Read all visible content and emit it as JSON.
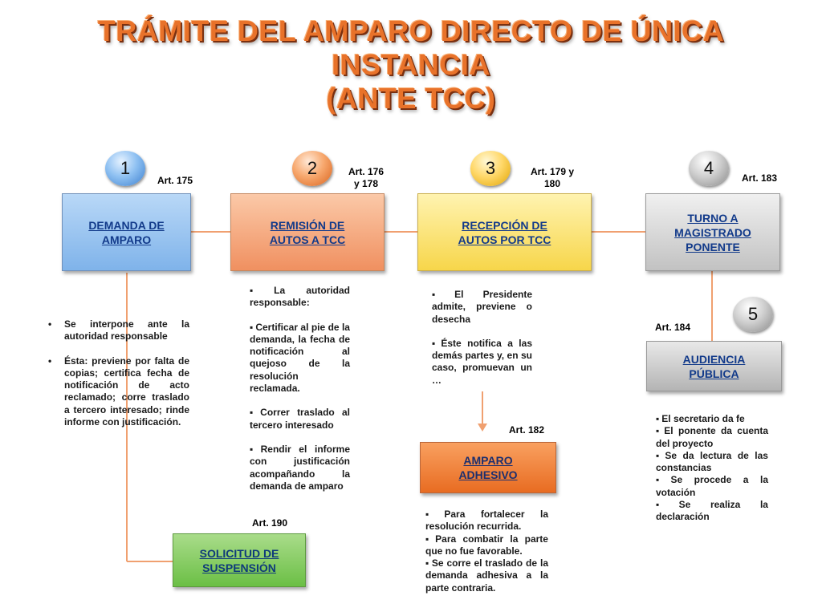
{
  "title": {
    "line1": "TRÁMITE DEL AMPARO DIRECTO DE ÚNICA",
    "line2": "INSTANCIA",
    "line3": "(ANTE TCC)"
  },
  "steps": [
    {
      "num": "1",
      "art": "Art. 175",
      "label": "DEMANDA DE AMPARO"
    },
    {
      "num": "2",
      "art_line1": "Art. 176",
      "art_line2": "y 178",
      "label": "REMISIÓN DE AUTOS A TCC"
    },
    {
      "num": "3",
      "art_line1": "Art. 179 y",
      "art_line2": "180",
      "label": "RECEPCIÓN DE AUTOS POR TCC"
    },
    {
      "num": "4",
      "art": "Art. 183",
      "label": "TURNO A MAGISTRADO PONENTE"
    },
    {
      "num": "5",
      "art": "Art. 184",
      "label": "AUDIENCIA PÚBLICA"
    }
  ],
  "col1_notes": [
    "Se interpone ante la autoridad responsable",
    "Ésta: previene por falta de copias; certifica fecha de notificación de acto reclamado; corre traslado a tercero interesado; rinde informe con justificación."
  ],
  "col2_notes": [
    "La autoridad responsable:",
    "Certificar al pie de la demanda, la fecha de notificación al quejoso de la resolución reclamada.",
    "Correr traslado al tercero interesado",
    "Rendir el informe con justificación acompañando la demanda de amparo"
  ],
  "col2_art": "Art. 190",
  "suspension": {
    "label_line1": "SOLICITUD DE",
    "label_line2": "SUSPENSIÓN"
  },
  "col3_notes": [
    "El Presidente admite, previene o desecha",
    "Éste notifica a las demás partes y, en su caso, promuevan un …"
  ],
  "adhesivo": {
    "art": "Art. 182",
    "label_line1": "AMPARO",
    "label_line2": "ADHESIVO"
  },
  "adhesivo_notes": [
    "Para fortalecer la resolución recurrida.",
    "Para combatir la parte que no fue favorable.",
    "Se corre el traslado de la demanda adhesiva a la parte contraria."
  ],
  "audiencia_notes": [
    "El secretario da fe",
    "El ponente da cuenta del proyecto",
    "Se da lectura de las constancias",
    "Se procede a la votación",
    "Se realiza la declaración"
  ],
  "colors": {
    "title": "#e8722a",
    "connector": "#f0a070",
    "box_text": "#123a8a"
  }
}
